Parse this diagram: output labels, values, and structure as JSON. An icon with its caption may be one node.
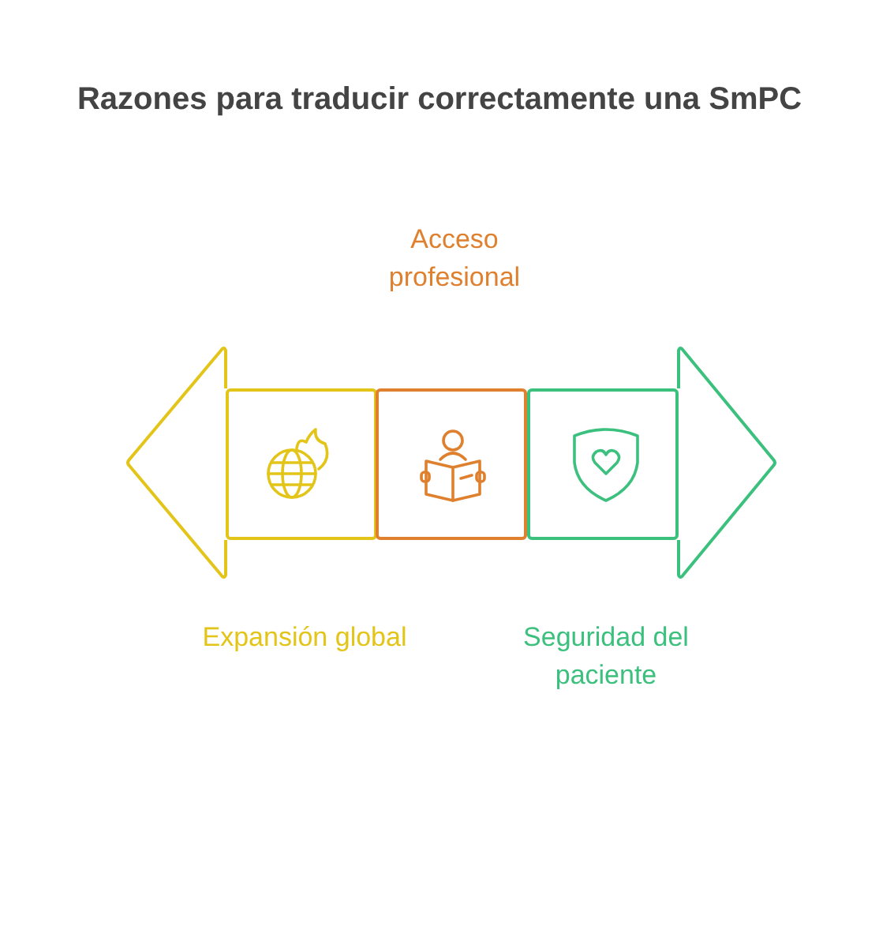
{
  "diagram": {
    "title": "Razones para traducir correctamente una SmPC",
    "nodes": [
      {
        "text": [
          "Expansión global"
        ]
      },
      {
        "text": [
          "Acceso profesional"
        ]
      },
      {
        "text": [
          "Seguridad del paciente"
        ]
      }
    ]
  }
}
